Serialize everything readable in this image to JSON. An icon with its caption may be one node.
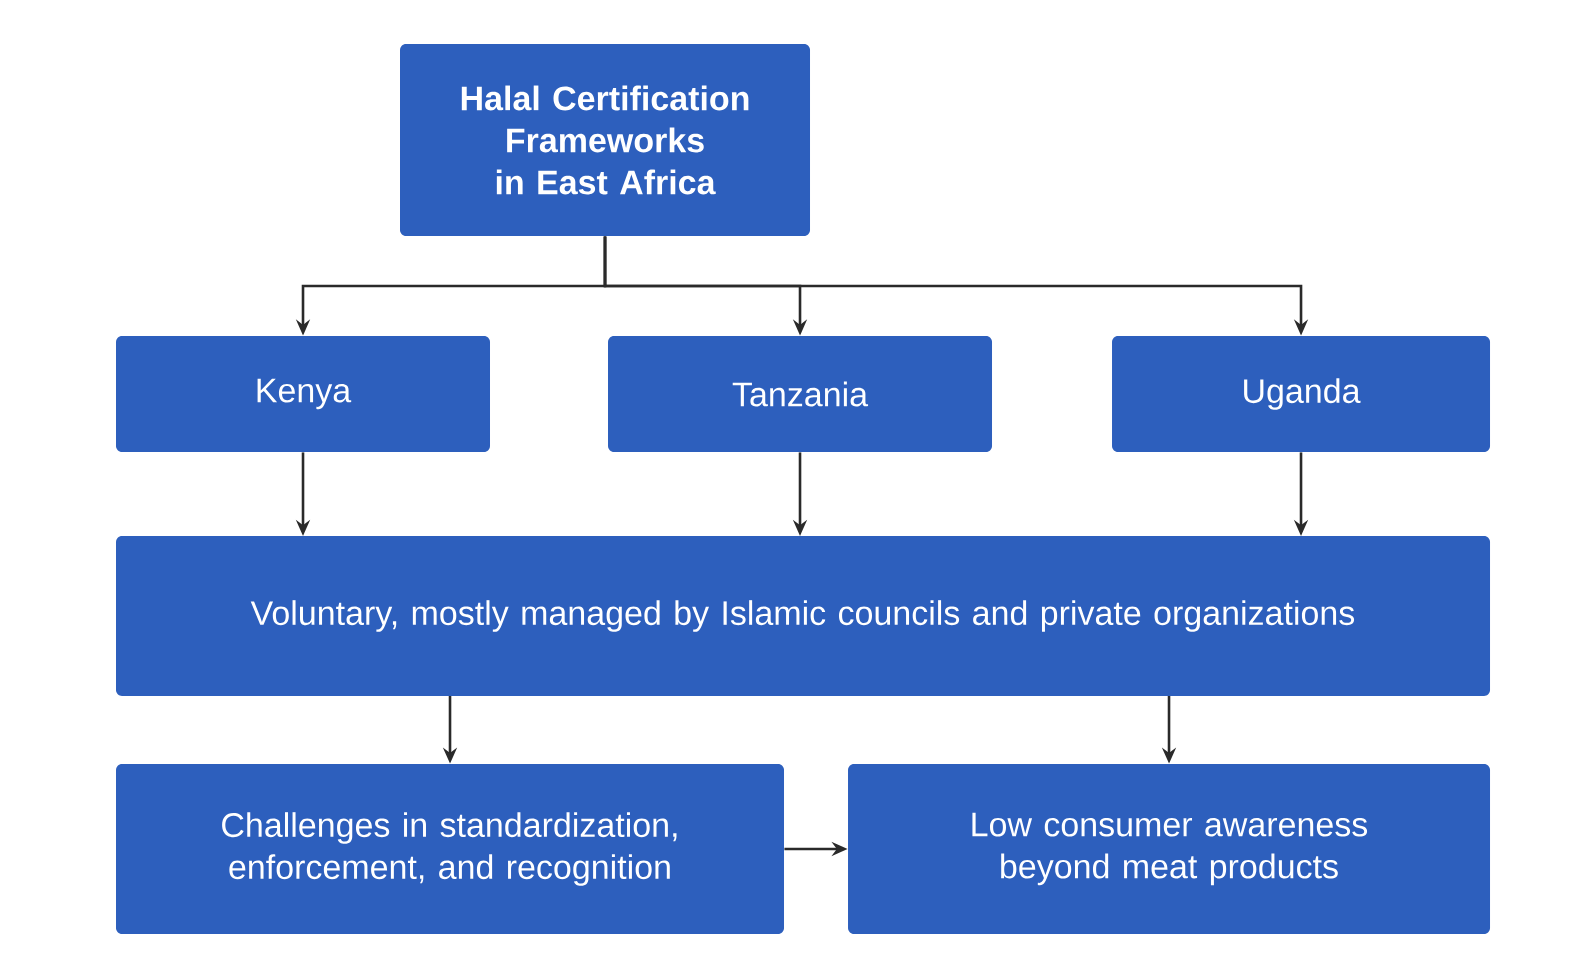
{
  "diagram": {
    "nodes": [
      {
        "text": [
          "Halal Certification Frameworks in East Africa"
        ]
      },
      {
        "text": [
          "Kenya"
        ]
      },
      {
        "text": [
          "Tanzania"
        ]
      },
      {
        "text": [
          "Uganda"
        ]
      },
      {
        "text": [
          "Voluntary, mostly managed by Islamic councils and private organizations"
        ]
      },
      {
        "text": [
          "Challenges in standardization, enforcement, and recognition"
        ]
      },
      {
        "text": [
          "Low consumer awareness beyond meat products"
        ]
      }
    ],
    "edges": [
      {
        "from": 0,
        "to": 1,
        "arrow": "to"
      },
      {
        "from": 0,
        "to": 2,
        "arrow": "to"
      },
      {
        "from": 0,
        "to": 3,
        "arrow": "to"
      },
      {
        "from": 1,
        "to": 4,
        "arrow": "to"
      },
      {
        "from": 2,
        "to": 4,
        "arrow": "to"
      },
      {
        "from": 3,
        "to": 4,
        "arrow": "to"
      },
      {
        "from": 4,
        "to": 5,
        "arrow": "to"
      },
      {
        "from": 4,
        "to": 6,
        "arrow": "to"
      },
      {
        "from": 5,
        "to": 6,
        "arrow": "to"
      }
    ]
  }
}
